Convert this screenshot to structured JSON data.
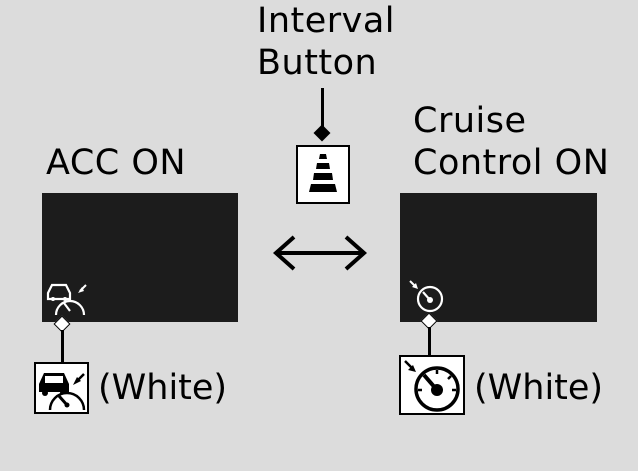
{
  "interval_button": {
    "line1": "Interval",
    "line2": "Button"
  },
  "acc": {
    "label": "ACC ON",
    "color_note": "(White)"
  },
  "cruise": {
    "line1": "Cruise",
    "line2": "Control ON",
    "color_note": "(White)"
  },
  "icons": {
    "interval": "interval-bars-icon",
    "acc": "acc-car-speedometer-icon",
    "cruise": "cruise-speedometer-icon",
    "toggle": "double-arrow-icon"
  },
  "colors": {
    "background": "#dcdcdc",
    "screen": "#1c1c1c",
    "ink": "#000000"
  }
}
